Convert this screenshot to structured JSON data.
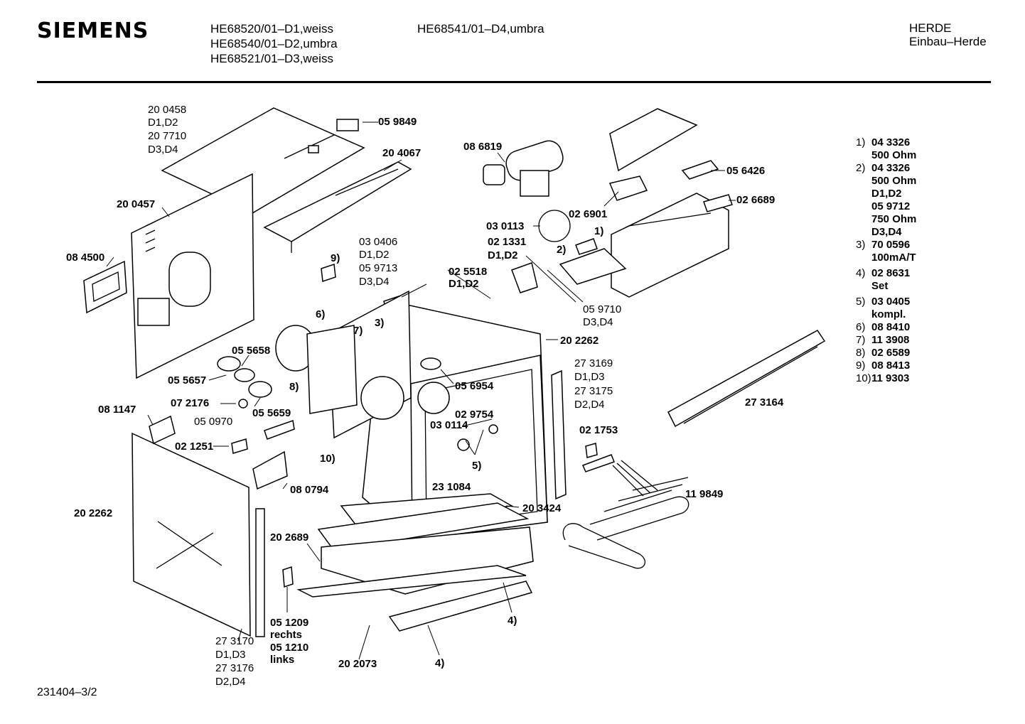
{
  "header": {
    "brand": "SIEMENS",
    "models_col1": [
      "HE68520/01–D1,weiss",
      "HE68540/01–D2,umbra",
      "HE68521/01–D3,weiss"
    ],
    "models_col2": [
      "HE68541/01–D4,umbra"
    ],
    "category": [
      "HERDE",
      "Einbau–Herde"
    ]
  },
  "footer": {
    "drawing_number": "231404–3/2"
  },
  "legend": [
    {
      "num": "1)",
      "lines": [
        "04 3326",
        "500 Ohm"
      ]
    },
    {
      "num": "2)",
      "lines": [
        "04 3326",
        "500 Ohm",
        "D1,D2",
        "05 9712",
        "750 Ohm",
        "D3,D4"
      ]
    },
    {
      "num": "3)",
      "lines": [
        "70 0596",
        "100mA/T"
      ]
    },
    {
      "num": "4)",
      "lines": [
        "02 8631",
        "Set"
      ]
    },
    {
      "num": "5)",
      "lines": [
        "03 0405",
        "kompl."
      ]
    },
    {
      "num": "6)",
      "lines": [
        "08 8410"
      ]
    },
    {
      "num": "7)",
      "lines": [
        "11 3908"
      ]
    },
    {
      "num": "8)",
      "lines": [
        "02 6589"
      ]
    },
    {
      "num": "9)",
      "lines": [
        "08 8413"
      ]
    },
    {
      "num": "10)",
      "lines": [
        "11 9303"
      ]
    }
  ],
  "labels": {
    "l200458": "20 0458",
    "lD1D2a": "D1,D2",
    "l207710": "20 7710",
    "lD3D4a": "D3,D4",
    "l059849": "05 9849",
    "l204067": "20 4067",
    "l200457": "20 0457",
    "l084500": "08 4500",
    "l086819": "08 6819",
    "l056426": "05 6426",
    "l026689": "02 6689",
    "l026901": "02 6901",
    "l030113": "03 0113",
    "l021331": "02 1331",
    "lD1D2b": "D1,D2",
    "l030406": "03 0406",
    "lD1D2c": "D1,D2",
    "l059713": "05 9713",
    "lD3D4b": "D3,D4",
    "l025518": "02 5518",
    "lD1D2d": "D1,D2",
    "l059710": "05 9710",
    "lD3D4c": "D3,D4",
    "l202262a": "20 2262",
    "l055658": "05 5658",
    "l055657": "05 5657",
    "l072176": "07 2176",
    "l055659": "05 5659",
    "l056954": "05 6954",
    "l029754": "02 9754",
    "l030114": "03 0114",
    "l273169": "27 3169",
    "lD1D3a": "D1,D3",
    "l273175": "27 3175",
    "lD2D4a": "D2,D4",
    "l273164": "27 3164",
    "l021753": "02 1753",
    "l119849": "11 9849",
    "l081147": "08 1147",
    "l050970": "05 0970",
    "l021251": "02 1251",
    "l080794": "08 0794",
    "l202262b": "20 2262",
    "l231084": "23 1084",
    "l203424": "20 3424",
    "l202689": "20 2689",
    "l051209": "05 1209",
    "lrechts": "rechts",
    "l051210": "05 1210",
    "llinks": "links",
    "l273170": "27 3170",
    "lD1D3b": "D1,D3",
    "l273176": "27 3176",
    "lD2D4b": "D2,D4",
    "l202073": "20 2073",
    "c1": "1)",
    "c2": "2)",
    "c3": "3)",
    "c4a": "4)",
    "c4b": "4)",
    "c5": "5)",
    "c6": "6)",
    "c7": "7)",
    "c8": "8)",
    "c9": "9)",
    "c10": "10)"
  }
}
